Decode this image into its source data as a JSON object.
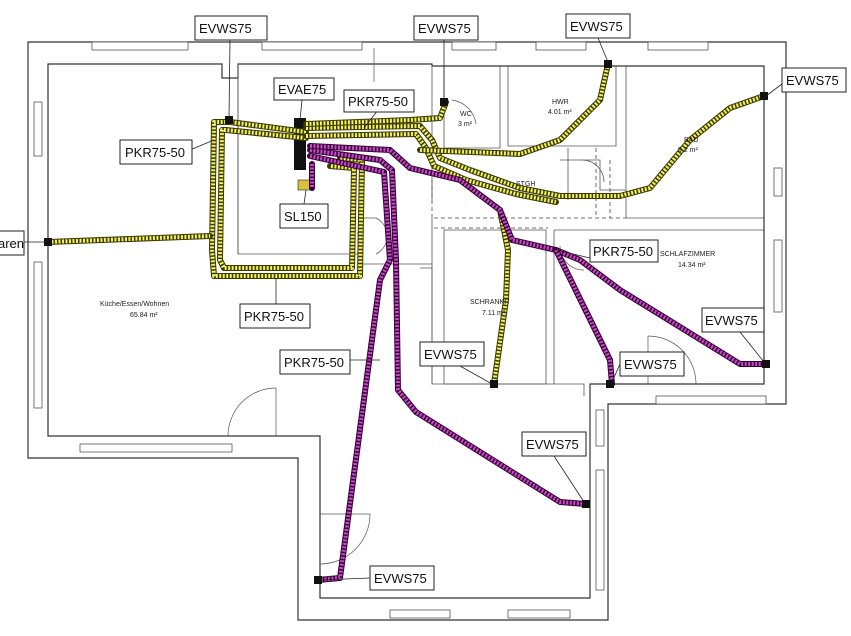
{
  "labels": {
    "evws_top_left": "EVWS75",
    "evws_top_mid": "EVWS75",
    "evws_top_hwr": "EVWS75",
    "evws_right_bad": "EVWS75",
    "evae": "EVAE75",
    "pkr_center_top": "PKR75-50",
    "pkr_left": "PKR75-50",
    "sl150": "SL150",
    "evws_left_cut": "aren",
    "pkr_bottom": "PKR75-50",
    "pkr_mid": "PKR75-50",
    "pkr_right": "PKR75-50",
    "evws_schlafzimmer": "EVWS75",
    "evws_schrank": "EVWS75",
    "evws_mid_right": "EVWS75",
    "evws_right_low": "EVWS75",
    "evws_bottom": "EVWS75"
  },
  "rooms": {
    "wc_name": "WC",
    "wc_area": "3 m²",
    "hwr_name": "HWR",
    "hwr_area": "4.01 m²",
    "bad_name": "BAD",
    "bad_area": "9.2 m²",
    "stgh_name": "STGH",
    "schlafzimmer_name": "SCHLAFZIMMER",
    "schlafzimmer_area": "14.34 m²",
    "schrank_name": "SCHRANKR",
    "schrank_area": "7.11 m²",
    "kueche_name": "Küche/Essen/Wohnen",
    "kueche_area": "65.84 m²"
  },
  "colors": {
    "supply_duct": "#f2f060",
    "exhaust_duct": "#c44cc4"
  }
}
